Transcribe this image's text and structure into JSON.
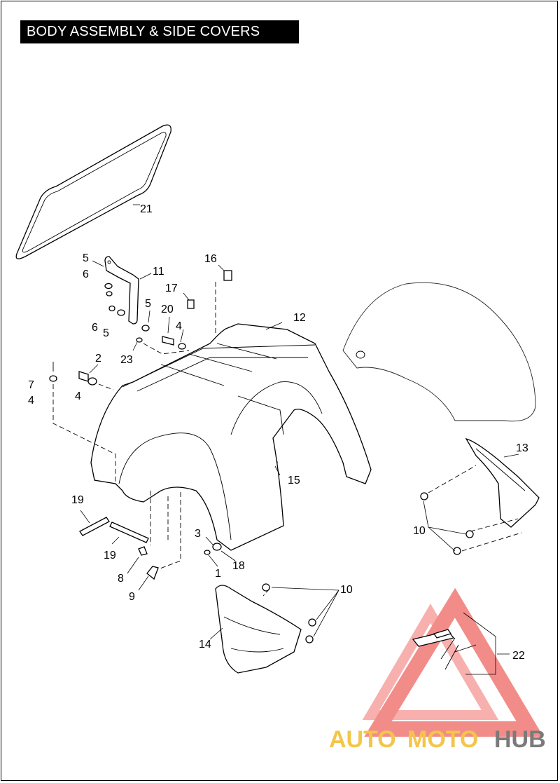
{
  "title": "BODY ASSEMBLY & SIDE COVERS",
  "callouts": {
    "c21": "21",
    "c5a": "5",
    "c6a": "6",
    "c11": "11",
    "c16": "16",
    "c17": "17",
    "c5b": "5",
    "c20": "20",
    "c6b": "6",
    "c5c": "5",
    "c4a": "4",
    "c12": "12",
    "c2": "2",
    "c23": "23",
    "c7": "7",
    "c4b": "4",
    "c4c": "4",
    "c13": "13",
    "c15": "15",
    "c19a": "19",
    "c19b": "19",
    "c3": "3",
    "c18": "18",
    "c8": "8",
    "c1": "1",
    "c9": "9",
    "c10a": "10",
    "c10b": "10",
    "c14": "14",
    "c22": "22"
  },
  "watermark": {
    "part1": "AUTO",
    "part2": "MOTO",
    "part3": "HUB",
    "color_primary": "#f2c64a",
    "color_secondary": "#7a7a7a",
    "triangle_color": "#e8302a"
  }
}
